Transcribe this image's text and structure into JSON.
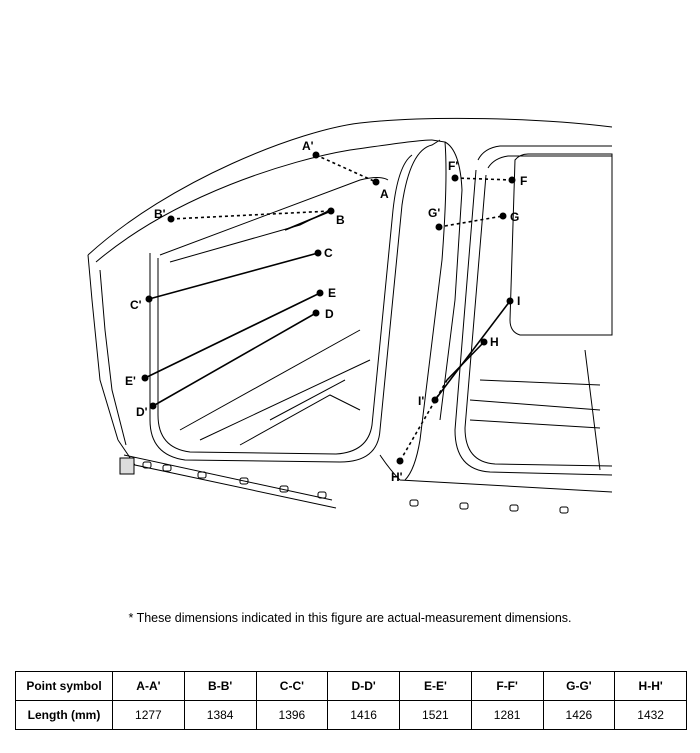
{
  "points": [
    {
      "label": "A'"
    },
    {
      "label": "A"
    },
    {
      "label": "B'"
    },
    {
      "label": "B"
    },
    {
      "label": "C"
    },
    {
      "label": "C'"
    },
    {
      "label": "E"
    },
    {
      "label": "E'"
    },
    {
      "label": "D"
    },
    {
      "label": "D'"
    },
    {
      "label": "F'"
    },
    {
      "label": "F"
    },
    {
      "label": "G'"
    },
    {
      "label": "G"
    },
    {
      "label": "I"
    },
    {
      "label": "H"
    },
    {
      "label": "I'"
    },
    {
      "label": "H'"
    }
  ],
  "note": "*  These dimensions indicated in this figure are actual-measurement dimensions.",
  "table": {
    "row1_header": "Point symbol",
    "row2_header": "Length (mm)",
    "columns": [
      "A-A'",
      "B-B'",
      "C-C'",
      "D-D'",
      "E-E'",
      "F-F'",
      "G-G'",
      "H-H'"
    ],
    "values": [
      "1277",
      "1384",
      "1396",
      "1416",
      "1521",
      "1281",
      "1426",
      "1432"
    ]
  }
}
